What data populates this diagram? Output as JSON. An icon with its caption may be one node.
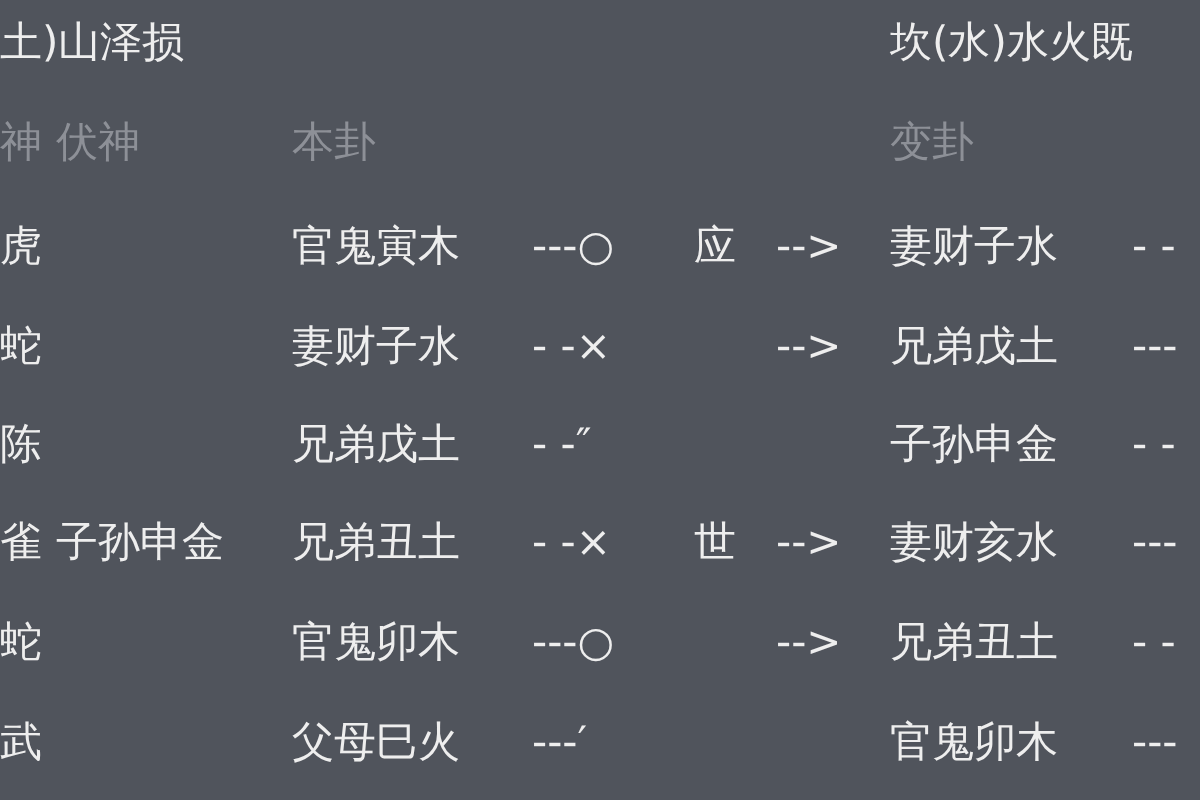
{
  "diagram": {
    "labels": [
      "土)山泽损",
      "坎(水)水火既",
      "神",
      "伏神",
      "本卦",
      "变卦",
      "虎",
      "官鬼寅木",
      "---○",
      "应",
      "-->",
      "妻财子水",
      "- -",
      "蛇",
      "妻财子水",
      "- -×",
      "-->",
      "兄弟戊土",
      "---",
      "陈",
      "兄弟戊土",
      "- -″",
      "子孙申金",
      "- -",
      "雀",
      "子孙申金",
      "兄弟丑土",
      "- -×",
      "世",
      "-->",
      "妻财亥水",
      "---",
      "蛇",
      "官鬼卯木",
      "---○",
      "-->",
      "兄弟丑土",
      "- -",
      "武",
      "父母巳火",
      "---′",
      "官鬼卯木",
      "---"
    ]
  }
}
